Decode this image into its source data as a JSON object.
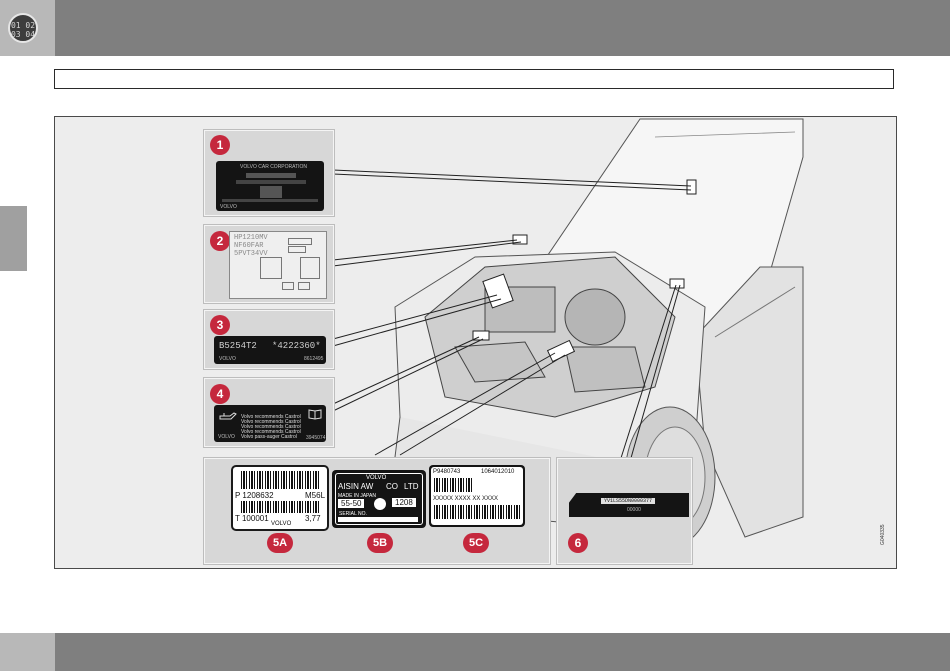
{
  "chapter_badge": {
    "line1": "01 02",
    "line2": "03 04"
  },
  "title_box": {
    "text": ""
  },
  "callouts": {
    "n1": "1",
    "n2": "2",
    "n3": "3",
    "n4": "4",
    "n5a": "5A",
    "n5b": "5B",
    "n5c": "5C",
    "n6": "6"
  },
  "label1": {
    "company": "VOLVO CAR CORPORATION",
    "brand": "VOLVO"
  },
  "label2": {
    "line1": "HP1210MV",
    "line2": "NF60FAR",
    "line3": "5PVT34VV"
  },
  "label3": {
    "engine_code": "B5254T2",
    "serial": "*4222360*",
    "brand": "VOLVO",
    "part": "8612495"
  },
  "label4": {
    "lines": [
      "Volvo recommends Castrol",
      "Volvo recommends Castrol",
      "Volvo recommends Castrol",
      "Volvo recommends Castrol",
      "Volvo pass-auger Castrol"
    ],
    "brand": "VOLVO",
    "part": "3945074"
  },
  "label5a": {
    "part": "P 1208632",
    "code": "M56L",
    "serial": "T 100001",
    "ratio": "3,77",
    "brand": "VOLVO"
  },
  "label5b": {
    "brand": "VOLVO",
    "maker": "AISIN AW",
    "co": "CO",
    "ltd": "LTD",
    "made": "MADE IN JAPAN",
    "model": "55-50",
    "code": "1208",
    "serial_no": "SERIAL NO."
  },
  "label5c": {
    "part": "P9480743",
    "number": "1064012010",
    "codes": "XXXXX XXXX XX XXXX"
  },
  "label6": {
    "vin": "YV1LS55DN0000377",
    "small": "00000"
  },
  "figure_code": "G040335"
}
